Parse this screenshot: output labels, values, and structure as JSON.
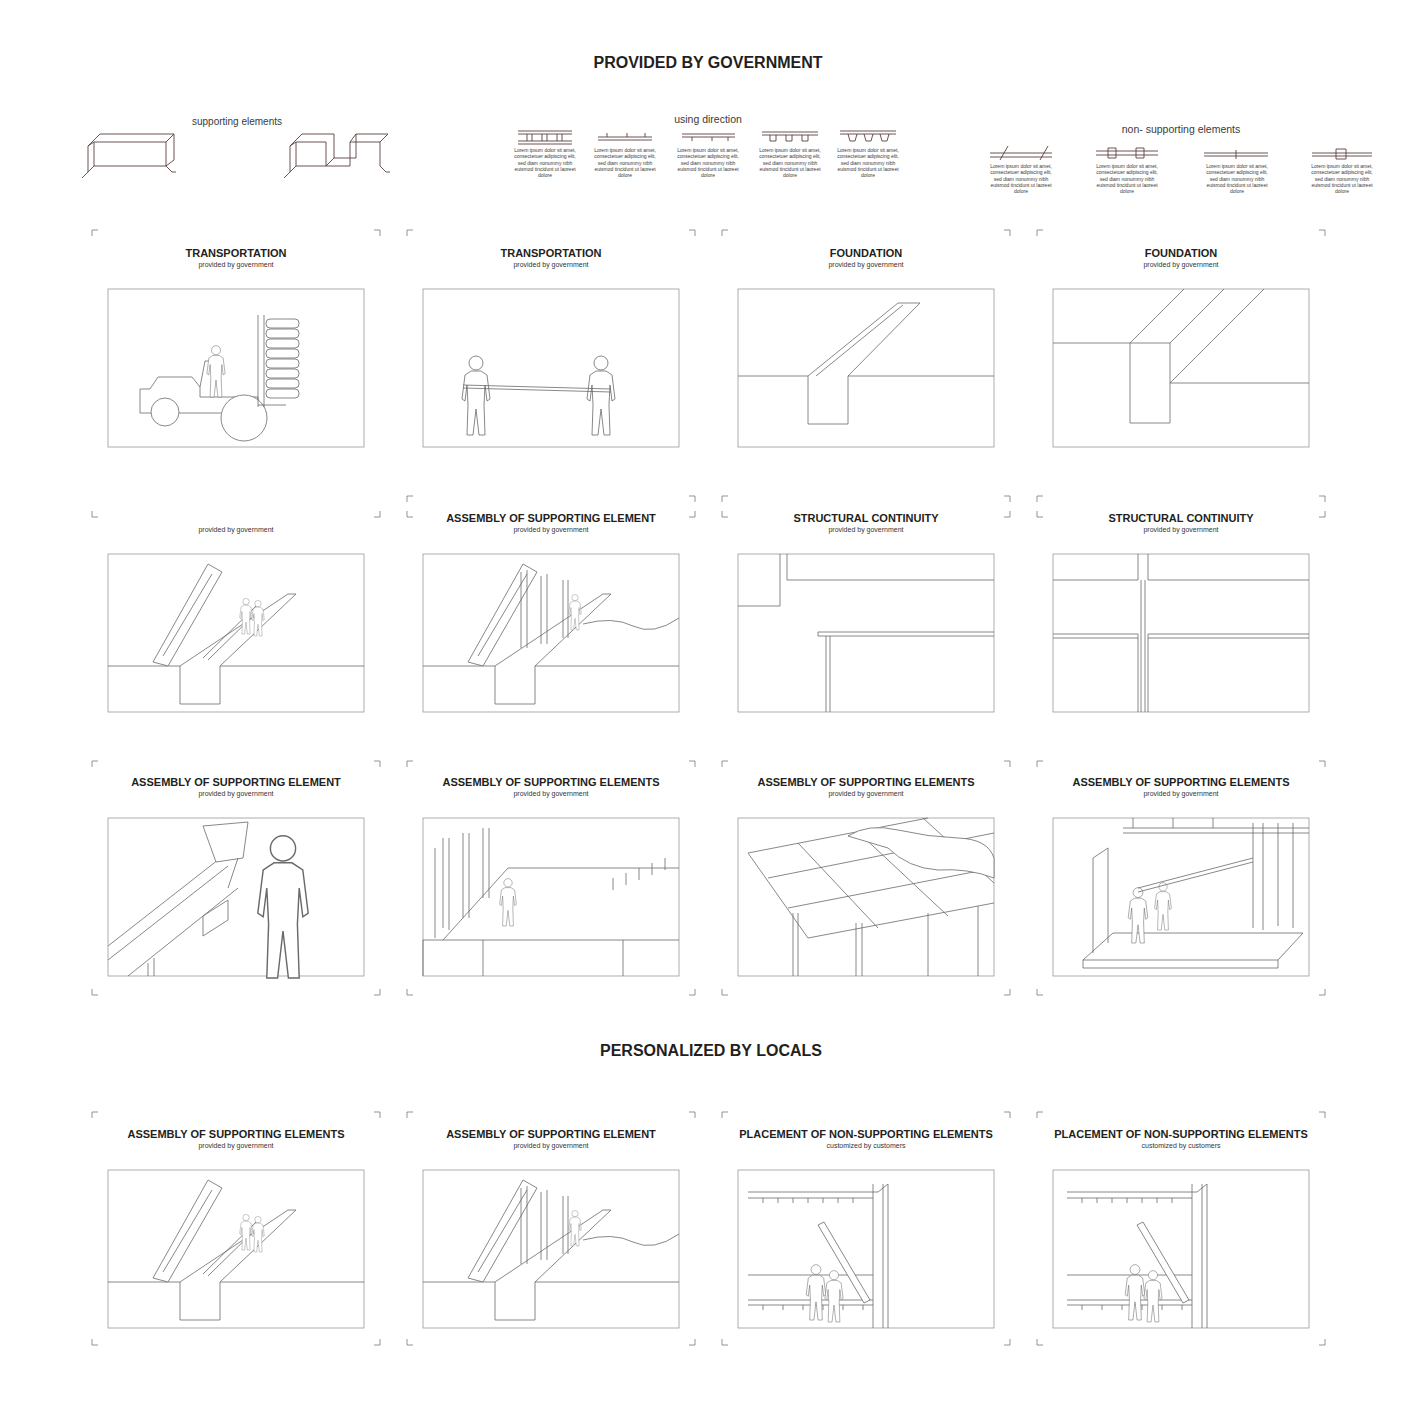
{
  "diagram": {
    "title": "PROVIDED BY GOVERNMENT",
    "nodes": [
      {
        "text": [
          "TRANSPORTATION",
          "provided by government"
        ]
      },
      {
        "text": [
          "TRANSPORTATION",
          "provided by government"
        ]
      },
      {
        "text": [
          "FOUNDATION",
          "provided by government"
        ]
      },
      {
        "text": [
          "FOUNDATION",
          "provided by government"
        ]
      },
      {
        "text": [
          "provided by government"
        ]
      },
      {
        "text": [
          "ASSEMBLY OF SUPPORTING ELEMENT",
          "provided by government"
        ]
      },
      {
        "text": [
          "STRUCTURAL CONTINUITY",
          "provided by government"
        ]
      },
      {
        "text": [
          "STRUCTURAL CONTINUITY",
          "provided by government"
        ]
      },
      {
        "text": [
          "ASSEMBLY OF SUPPORTING ELEMENT",
          "provided by government"
        ]
      },
      {
        "text": [
          "ASSEMBLY OF SUPPORTING ELEMENTS",
          "provided by government"
        ]
      },
      {
        "text": [
          "ASSEMBLY OF SUPPORTING ELEMENTS",
          "provided by government"
        ]
      },
      {
        "text": [
          "ASSEMBLY OF SUPPORTING ELEMENTS",
          "provided by government"
        ]
      },
      {
        "text": [
          "ASSEMBLY OF SUPPORTING ELEMENTS",
          "provided by government"
        ]
      },
      {
        "text": [
          "ASSEMBLY OF SUPPORTING ELEMENT",
          "provided by government"
        ]
      },
      {
        "text": [
          "PLACEMENT OF NON-SUPPORTING ELEMENTS",
          "customized by customers"
        ]
      },
      {
        "text": [
          "PLACEMENT OF NON-SUPPORTING ELEMENTS",
          "customized by customers"
        ]
      }
    ],
    "labels": [
      "supporting elements",
      "using direction",
      "Lorem ipsum dolor sit amet, consectetuer adipiscing elit, sed diam nonummy nibh euismod tincidunt ut laoreet dolore",
      "Lorem ipsum dolor sit amet, consectetuer adipiscing elit, sed diam nonummy nibh euismod tincidunt ut laoreet dolore",
      "Lorem ipsum dolor sit amet, consectetuer adipiscing elit, sed diam nonummy nibh euismod tincidunt ut laoreet dolore",
      "Lorem ipsum dolor sit amet, consectetuer adipiscing elit, sed diam nonummy nibh euismod tincidunt ut laoreet dolore",
      "Lorem ipsum dolor sit amet, consectetuer adipiscing elit, sed diam nonummy nibh euismod tincidunt ut laoreet dolore",
      "non- supporting elements",
      "Lorem ipsum dolor sit amet, consectetuer adipiscing elit, sed diam nonummy nibh euismod tincidunt ut laoreet dolore",
      "Lorem ipsum dolor sit amet, consectetuer adipiscing elit, sed diam nonummy nibh euismod tincidunt ut laoreet dolore",
      "Lorem ipsum dolor sit amet, consectetuer adipiscing elit, sed diam nonummy nibh euismod tincidunt ut laoreet dolore",
      "Lorem ipsum dolor sit amet, consectetuer adipiscing elit, sed diam nonummy nibh euismod tincidunt ut laoreet dolore",
      "PERSONALIZED BY LOCALS"
    ]
  }
}
